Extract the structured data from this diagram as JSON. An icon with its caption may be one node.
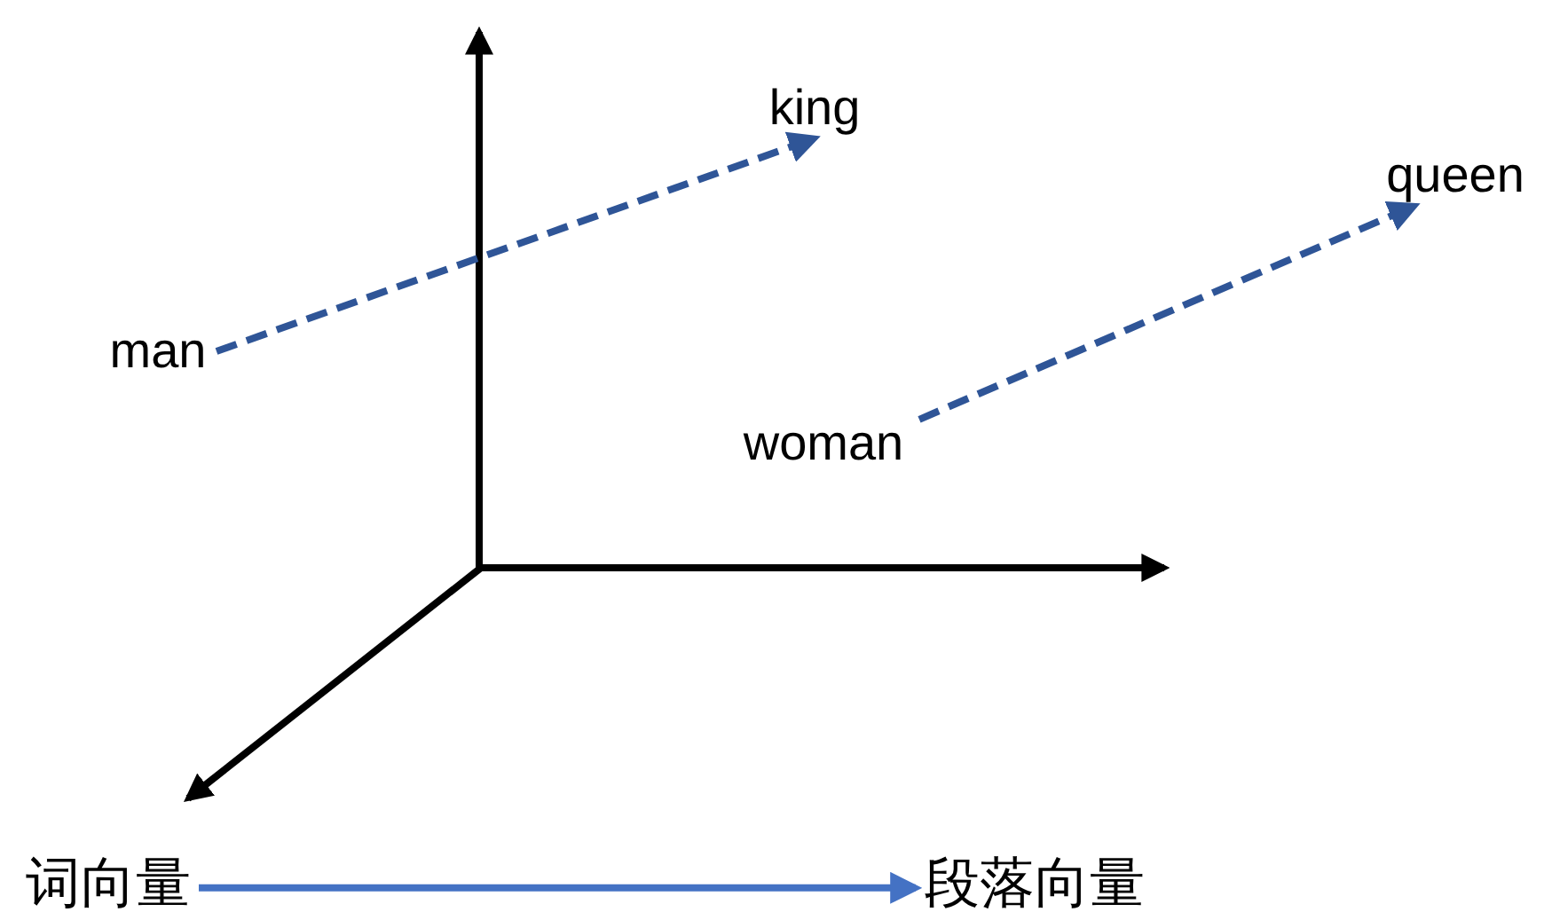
{
  "diagram": {
    "nodes": [
      {
        "text": [
          "king"
        ]
      },
      {
        "text": [
          "queen"
        ]
      },
      {
        "text": [
          "man"
        ]
      },
      {
        "text": [
          "woman"
        ]
      },
      {
        "text": [
          "词向量"
        ]
      },
      {
        "text": [
          "段落向量"
        ]
      }
    ],
    "edges": [
      {
        "from": 2,
        "to": 0,
        "arrow": "to",
        "style": "dashed",
        "color": "#2f5597"
      },
      {
        "from": 3,
        "to": 1,
        "arrow": "to",
        "style": "dashed",
        "color": "#2f5597"
      },
      {
        "from": 4,
        "to": 5,
        "arrow": "to"
      }
    ]
  }
}
